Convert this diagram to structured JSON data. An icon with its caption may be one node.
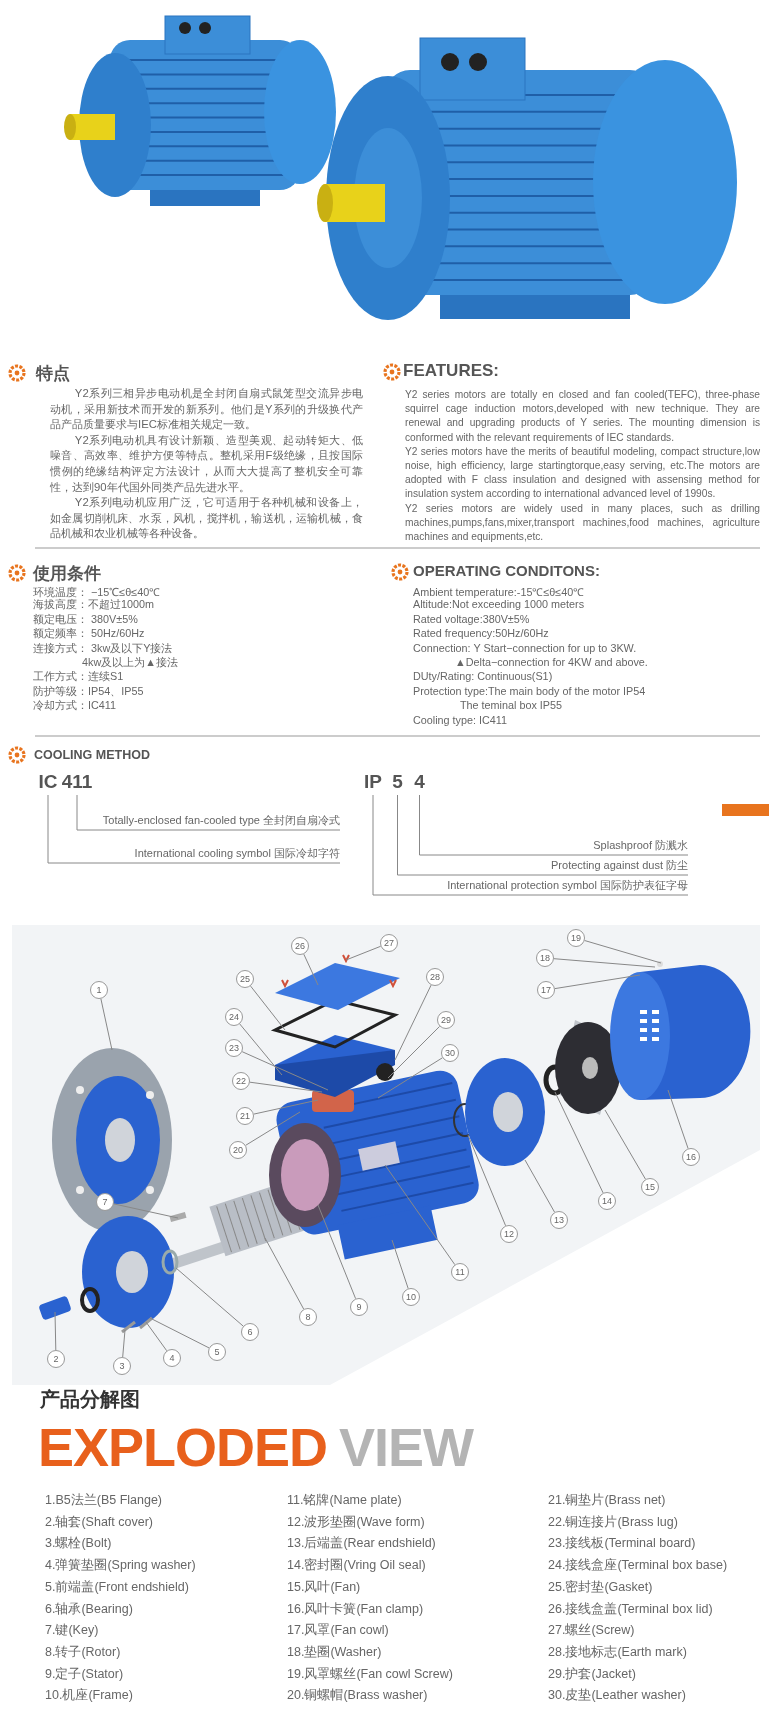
{
  "diagram": {
    "nodes": [
      {
        "text": [
          "IC"
        ]
      },
      {
        "text": [
          "411"
        ]
      },
      {
        "text": [
          "Totally-enclosed fan-cooled type 全封闭自扇冷式"
        ]
      },
      {
        "text": [
          "International cooling symbol 国际冷却字符"
        ]
      },
      {
        "text": [
          "IP"
        ]
      },
      {
        "text": [
          "5"
        ]
      },
      {
        "text": [
          "4"
        ]
      },
      {
        "text": [
          "Splashproof 防溅水"
        ]
      },
      {
        "text": [
          "Protecting against dust 防尘"
        ]
      },
      {
        "text": [
          "International protection symbol 国际防护表征字母"
        ]
      },
      {
        "text": [
          "1"
        ]
      },
      {
        "text": [
          "2"
        ]
      },
      {
        "text": [
          "3"
        ]
      },
      {
        "text": [
          "4"
        ]
      },
      {
        "text": [
          "5"
        ]
      },
      {
        "text": [
          "6"
        ]
      },
      {
        "text": [
          "7"
        ]
      },
      {
        "text": [
          "8"
        ]
      },
      {
        "text": [
          "9"
        ]
      },
      {
        "text": [
          "10"
        ]
      },
      {
        "text": [
          "11"
        ]
      },
      {
        "text": [
          "12"
        ]
      },
      {
        "text": [
          "13"
        ]
      },
      {
        "text": [
          "14"
        ]
      },
      {
        "text": [
          "15"
        ]
      },
      {
        "text": [
          "16"
        ]
      },
      {
        "text": [
          "17"
        ]
      },
      {
        "text": [
          "18"
        ]
      },
      {
        "text": [
          "19"
        ]
      },
      {
        "text": [
          "20"
        ]
      },
      {
        "text": [
          "21"
        ]
      },
      {
        "text": [
          "22"
        ]
      },
      {
        "text": [
          "23"
        ]
      },
      {
        "text": [
          "24"
        ]
      },
      {
        "text": [
          "25"
        ]
      },
      {
        "text": [
          "26"
        ]
      },
      {
        "text": [
          "27"
        ]
      },
      {
        "text": [
          "28"
        ]
      },
      {
        "text": [
          "29"
        ]
      },
      {
        "text": [
          "30"
        ]
      }
    ],
    "edges": [
      {
        "from": 1,
        "to": 2,
        "arrow": "none"
      },
      {
        "from": 0,
        "to": 3,
        "arrow": "none"
      },
      {
        "from": 6,
        "to": 7,
        "arrow": "none"
      },
      {
        "from": 5,
        "to": 8,
        "arrow": "none"
      },
      {
        "from": 4,
        "to": 9,
        "arrow": "none"
      },
      {
        "from": 10,
        "to": null,
        "arrow": "none"
      },
      {
        "from": 11,
        "to": null,
        "arrow": "none"
      },
      {
        "from": 12,
        "to": null,
        "arrow": "none"
      },
      {
        "from": 13,
        "to": null,
        "arrow": "none"
      },
      {
        "from": 14,
        "to": null,
        "arrow": "none"
      },
      {
        "from": 15,
        "to": null,
        "arrow": "none"
      },
      {
        "from": 16,
        "to": null,
        "arrow": "none"
      },
      {
        "from": 17,
        "to": null,
        "arrow": "none"
      },
      {
        "from": 18,
        "to": null,
        "arrow": "none"
      },
      {
        "from": 19,
        "to": null,
        "arrow": "none"
      },
      {
        "from": 20,
        "to": null,
        "arrow": "none"
      },
      {
        "from": 21,
        "to": null,
        "arrow": "none"
      },
      {
        "from": 22,
        "to": null,
        "arrow": "none"
      },
      {
        "from": 23,
        "to": null,
        "arrow": "none"
      },
      {
        "from": 24,
        "to": null,
        "arrow": "none"
      },
      {
        "from": 25,
        "to": null,
        "arrow": "none"
      },
      {
        "from": 26,
        "to": null,
        "arrow": "none"
      },
      {
        "from": 27,
        "to": null,
        "arrow": "none"
      },
      {
        "from": 28,
        "to": null,
        "arrow": "none"
      },
      {
        "from": 29,
        "to": null,
        "arrow": "none"
      },
      {
        "from": 30,
        "to": null,
        "arrow": "none"
      },
      {
        "from": 31,
        "to": null,
        "arrow": "none"
      },
      {
        "from": 32,
        "to": null,
        "arrow": "none"
      },
      {
        "from": 33,
        "to": null,
        "arrow": "none"
      },
      {
        "from": 34,
        "to": null,
        "arrow": "none"
      },
      {
        "from": 35,
        "to": null,
        "arrow": "none"
      },
      {
        "from": 36,
        "to": null,
        "arrow": "none"
      },
      {
        "from": 37,
        "to": null,
        "arrow": "none"
      },
      {
        "from": 38,
        "to": null,
        "arrow": "none"
      },
      {
        "from": 39,
        "to": null,
        "arrow": "none"
      }
    ],
    "labels": [
      "特点",
      "Y2系列三相异步电动机是全封闭自扇式鼠笼型交流异步电动机，采用新技术而开发的新系列。他们是Y系列的升级换代产品产品质量要求与IEC标准相关规定一致。",
      "Y2系列电动机具有设计新颖、造型美观、起动转矩大、低噪音、高效率、维护方便等特点。整机采用F级绝缘，且按国际惯例的绝缘结构评定方法设计，从而大大提高了整机安全可靠性，达到90年代国外同类产品先进水平。",
      "Y2系列电动机应用广泛，它可适用于各种机械和设备上，如金属切削机床、水泵，风机，搅拌机，输送机，运输机械，食品机械和农业机械等各种设备。",
      "FEATURES:",
      "Y2 series motors are totally en closed and fan cooled(TEFC), three-phase squirrel cage induction motors,developed with new technique. They are renewal and upgrading products of Y series. The mounting dimension is conformed with the relevant requirements of IEC standards.",
      "Y2 series motors have the merits of beautiful modeling, compact structure,low noise, high efficiency, large startingtorque,easy serving, etc.The motors are adopted with F class insulation and designed with assensing method for insulation system according to international advanced level of 1990s.",
      "Y2 series motors are widely used in many places, such as drilling machines,pumps,fans,mixer,transport machines,food machines, agriculture machines and equipments,etc.",
      "使用条件",
      "环境温度： −15℃≤θ≤40℃",
      "海拔高度：不超过1000m",
      "额定电压： 380V±5%",
      "额定频率： 50Hz/60Hz",
      "连接方式： 3kw及以下Y接法",
      "4kw及以上为▲接法",
      "工作方式：连续S1",
      "防护等级：IP54、IP55",
      "冷却方式：IC411",
      "OPERATING CONDITONS:",
      "Ambient temperature:-15℃≤θ≤40℃",
      "Altitude:Not exceeding 1000 meters",
      "Rated voltage:380V±5%",
      "Rated frequency:50Hz/60Hz",
      "Connection:  Y Start−connection for up to 3KW.",
      "▲Delta−connection for 4KW and above.",
      "DUty/Rating: Continuous(S1)",
      "Protection type:The main body of the motor IP54",
      "The teminal box IP55",
      "Cooling type: IC411",
      "COOLING METHOD",
      "产品分解图",
      "EXPLODED",
      "VIEW",
      "1.B5法兰(B5 Flange)",
      "2.轴套(Shaft cover)",
      "3.螺栓(Bolt)",
      "4.弹簧垫圈(Spring washer)",
      "5.前端盖(Front endshield)",
      "6.轴承(Bearing)",
      "7.键(Key)",
      "8.转子(Rotor)",
      "9.定子(Stator)",
      "10.机座(Frame)",
      "11.铭牌(Name plate)",
      "12.波形垫圈(Wave form)",
      "13.后端盖(Rear endshield)",
      "14.密封圈(Vring Oil seal)",
      "15.风叶(Fan)",
      "16.风叶卡簧(Fan clamp)",
      "17.风罩(Fan cowl)",
      "18.垫圈(Washer)",
      "19.风罩螺丝(Fan cowl Screw)",
      "20.铜螺帽(Brass washer)",
      "21.铜垫片(Brass net)",
      "22.铜连接片(Brass lug)",
      "23.接线板(Terminal board)",
      "24.接线盒座(Terminal box base)",
      "25.密封垫(Gasket)",
      "26.接线盒盖(Terminal box lid)",
      "27.螺丝(Screw)",
      "28.接地标志(Earth mark)",
      "29.护套(Jacket)",
      "30.皮垫(Leather washer)"
    ]
  }
}
